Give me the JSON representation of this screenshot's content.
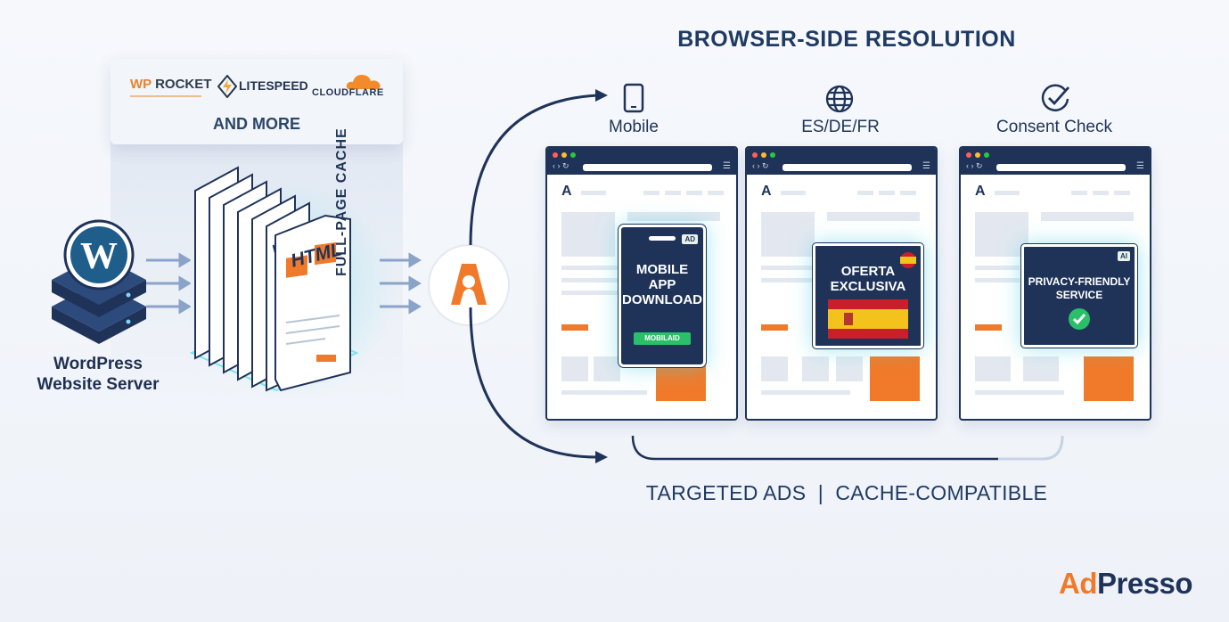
{
  "title": "BROWSER-SIDE RESOLUTION",
  "providers": {
    "wp_rocket": {
      "prefix": "WP",
      "name": "ROCKET"
    },
    "litespeed": "LITESPEED",
    "cloudflare": "CLOUDFLARE",
    "and_more": "AND MORE"
  },
  "server_label": [
    "WordPress",
    "Website Server"
  ],
  "cache": {
    "label": "FULL-PAGE CACHE",
    "page_text": "HTML"
  },
  "columns": [
    {
      "label": "Mobile",
      "icon": "smartphone-icon",
      "ad": {
        "text": [
          "MOBILE",
          "APP",
          "DOWNLOAD"
        ],
        "button": "MOBILAID",
        "badge": "AD"
      }
    },
    {
      "label": "ES/DE/FR",
      "icon": "globe-icon",
      "ad": {
        "text": [
          "OFERTA",
          "EXCLUSIVA"
        ],
        "flag": "spain-flag"
      }
    },
    {
      "label": "Consent Check",
      "icon": "check-circle-icon",
      "ad": {
        "text": [
          "PRIVACY-FRIENDLY",
          "SERVICE"
        ],
        "badge": "AI"
      }
    }
  ],
  "tagline": "TARGETED ADS  |  CACHE-COMPATIBLE",
  "brand": {
    "ad": "Ad",
    "presso": "Presso"
  },
  "colors": {
    "navy": "#1f3359",
    "orange": "#f07a2a",
    "cyan_glow": "#48dceb",
    "green_check": "#2bbf6a",
    "spain_red": "#c8202a",
    "spain_yellow": "#f4c21c"
  }
}
